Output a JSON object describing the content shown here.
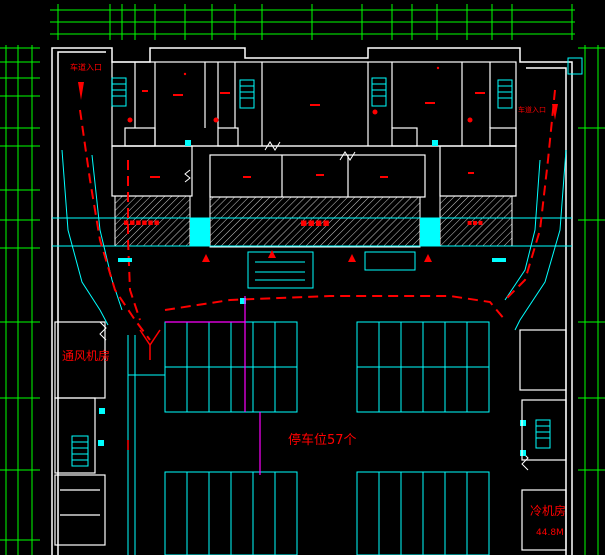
{
  "drawing": {
    "entrance_label": "车道入口",
    "parking_label": "停车位57个",
    "vent_room_label": "通风机房",
    "chiller_room_label": "冷机房",
    "chiller_area_label": "44.8M",
    "entrance_note_label": "车道入口"
  },
  "colors": {
    "background": "#000000",
    "wall": "#ffffff",
    "grid": "#00ffff",
    "red": "#ff0000",
    "green": "#00ff00",
    "magenta": "#ff00ff",
    "yellow": "#ffff00"
  }
}
